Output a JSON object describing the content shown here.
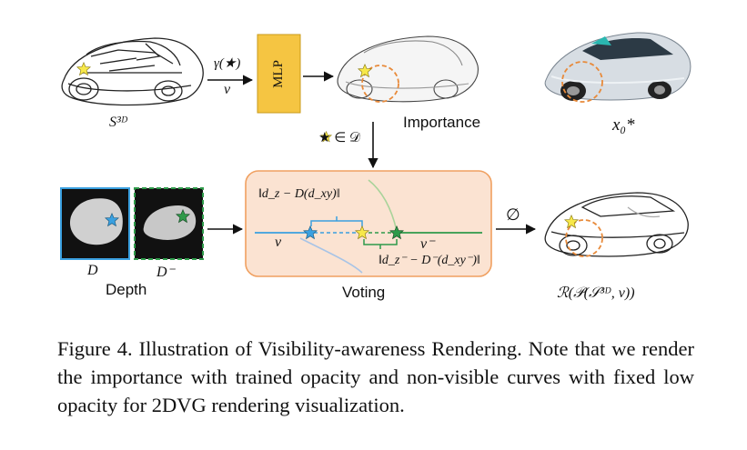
{
  "figure": {
    "sketch_label": "S³ᴰ",
    "gamma_label": "γ(★)",
    "v_label": "v",
    "mlp_label": "MLP",
    "importance_label": "Importance",
    "x0_label": "x₀*",
    "star_in_d_label": "★ ∈ 𝒟",
    "depth_d_label": "D",
    "depth_dminus_label": "D⁻",
    "depth_label": "Depth",
    "voting_label": "Voting",
    "dz_label": "‖d_z − D(d_xy)‖",
    "dz_minus_label": "‖d_z⁻ − D⁻(d_xy⁻)‖",
    "voting_v_label": "v",
    "voting_vminus_label": "v⁻",
    "emptyset_label": "∅",
    "render_label": "ℛ(𝒫(𝒮³ᴰ, v))"
  },
  "caption": {
    "text": "Figure 4.  Illustration of Visibility-awareness Rendering.  Note that we render the importance with trained opacity and non-visible curves with fixed low opacity for 2DVG rendering visualization."
  },
  "colors": {
    "mlp_fill": "#f5c542",
    "voting_bg": "#fbe3d2",
    "voting_border": "#f0a060",
    "star_yellow": "#f7e84a",
    "star_blue": "#3aa0e0",
    "star_green": "#2e9a4a",
    "depth_border_blue": "#3aa0e0",
    "depth_border_green": "#2e9a4a",
    "importance_circle": "#e88a3a"
  }
}
